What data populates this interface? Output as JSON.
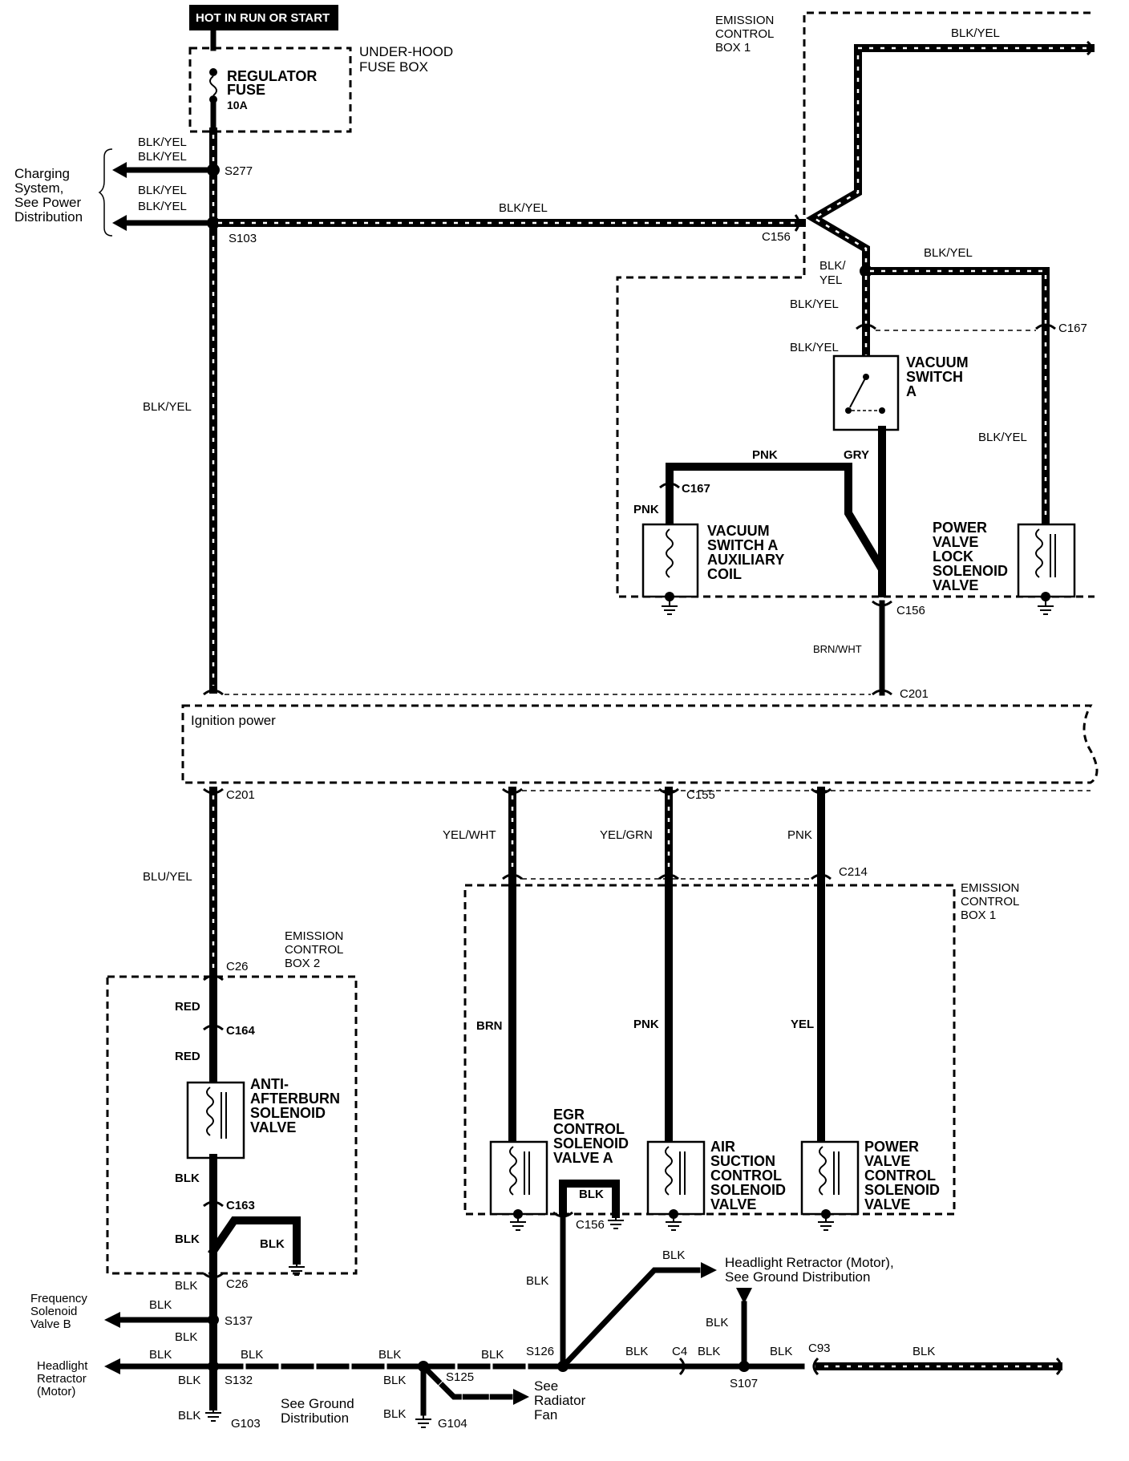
{
  "header": {
    "hot_label": "HOT IN RUN OR START"
  },
  "fusebox": {
    "title_line1": "UNDER-HOOD",
    "title_line2": "FUSE BOX",
    "fuse_line1": "REGULATOR",
    "fuse_line2": "FUSE",
    "fuse_rating": "10A"
  },
  "charging": {
    "line1": "Charging",
    "line2": "System,",
    "line3": "See Power",
    "line4": "Distribution"
  },
  "wires": {
    "blk_yel": "BLK/YEL",
    "blk_yel_split1": "BLK/",
    "blk_yel_split2": "YEL",
    "pnk": "PNK",
    "gry": "GRY",
    "brn_wht": "BRN/WHT",
    "blu_yel": "BLU/YEL",
    "red": "RED",
    "blk": "BLK",
    "yel_wht": "YEL/WHT",
    "yel_grn": "YEL/GRN",
    "brn": "BRN",
    "yel": "YEL"
  },
  "connectors": {
    "s277": "S277",
    "s103": "S103",
    "c156": "C156",
    "c167": "C167",
    "c201": "C201",
    "c155": "C155",
    "c214": "C214",
    "c26": "C26",
    "c164": "C164",
    "c163": "C163",
    "s137": "S137",
    "s132": "S132",
    "g103": "G103",
    "s125": "S125",
    "g104": "G104",
    "s126": "S126",
    "c4": "C4",
    "s107": "S107",
    "c93": "C93"
  },
  "boxes": {
    "ecb1_line1": "EMISSION",
    "ecb1_line2": "CONTROL",
    "ecb1_line3": "BOX 1",
    "ecb2_line1": "EMISSION",
    "ecb2_line2": "CONTROL",
    "ecb2_line3": "BOX 2"
  },
  "components": {
    "vacuum_switch": [
      "VACUUM",
      "SWITCH",
      "A"
    ],
    "aux_coil": [
      "VACUUM",
      "SWITCH A",
      "AUXILIARY",
      "COIL"
    ],
    "power_lock": [
      "POWER",
      "VALVE",
      "LOCK",
      "SOLENOID",
      "VALVE"
    ],
    "anti_afterburn": [
      "ANTI-",
      "AFTERBURN",
      "SOLENOID",
      "VALVE"
    ],
    "egr": [
      "EGR",
      "CONTROL",
      "SOLENOID",
      "VALVE A"
    ],
    "air_suction": [
      "AIR",
      "SUCTION",
      "CONTROL",
      "SOLENOID",
      "VALVE"
    ],
    "power_control": [
      "POWER",
      "VALVE",
      "CONTROL",
      "SOLENOID",
      "VALVE"
    ]
  },
  "ecm": {
    "label": "Ignition power"
  },
  "refs": {
    "freq_solenoid": [
      "Frequency",
      "Solenoid",
      "Valve B"
    ],
    "headlight_left": [
      "Headlight",
      "Retractor",
      "(Motor)"
    ],
    "ground_dist": [
      "See Ground",
      "Distribution"
    ],
    "radiator": [
      "See",
      "Radiator",
      "Fan"
    ],
    "headlight_right": [
      "Headlight Retractor (Motor),",
      "See Ground Distribution"
    ]
  }
}
